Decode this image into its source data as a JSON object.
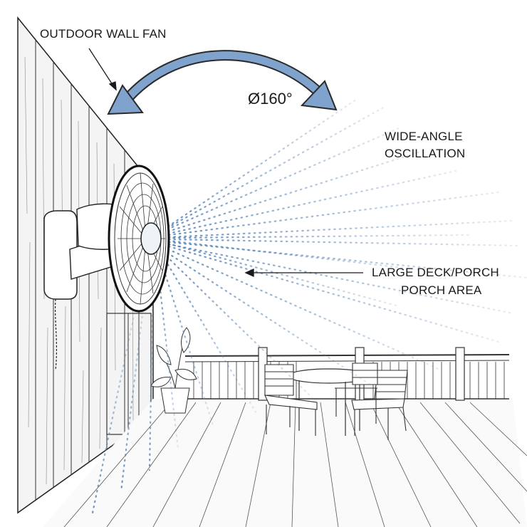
{
  "labels": {
    "fan": "OUTDOOR WALL FAN",
    "angle": "Ø160°",
    "oscillation_line1": "WIDE-ANGLE",
    "oscillation_line2": "OSCILLATION",
    "deck_line1": "LARGE DECK/PORCH",
    "deck_line2": "PORCH AREA"
  },
  "colors": {
    "arrow": "#7FA3CC",
    "airflow": "#5B86B8",
    "ink": "#1a1a1a"
  },
  "icons": [
    "oscillation-arrow-icon",
    "leader-arrow-icon",
    "wall-fan-icon",
    "potted-plant-icon",
    "patio-table-icon",
    "chair-icon"
  ]
}
